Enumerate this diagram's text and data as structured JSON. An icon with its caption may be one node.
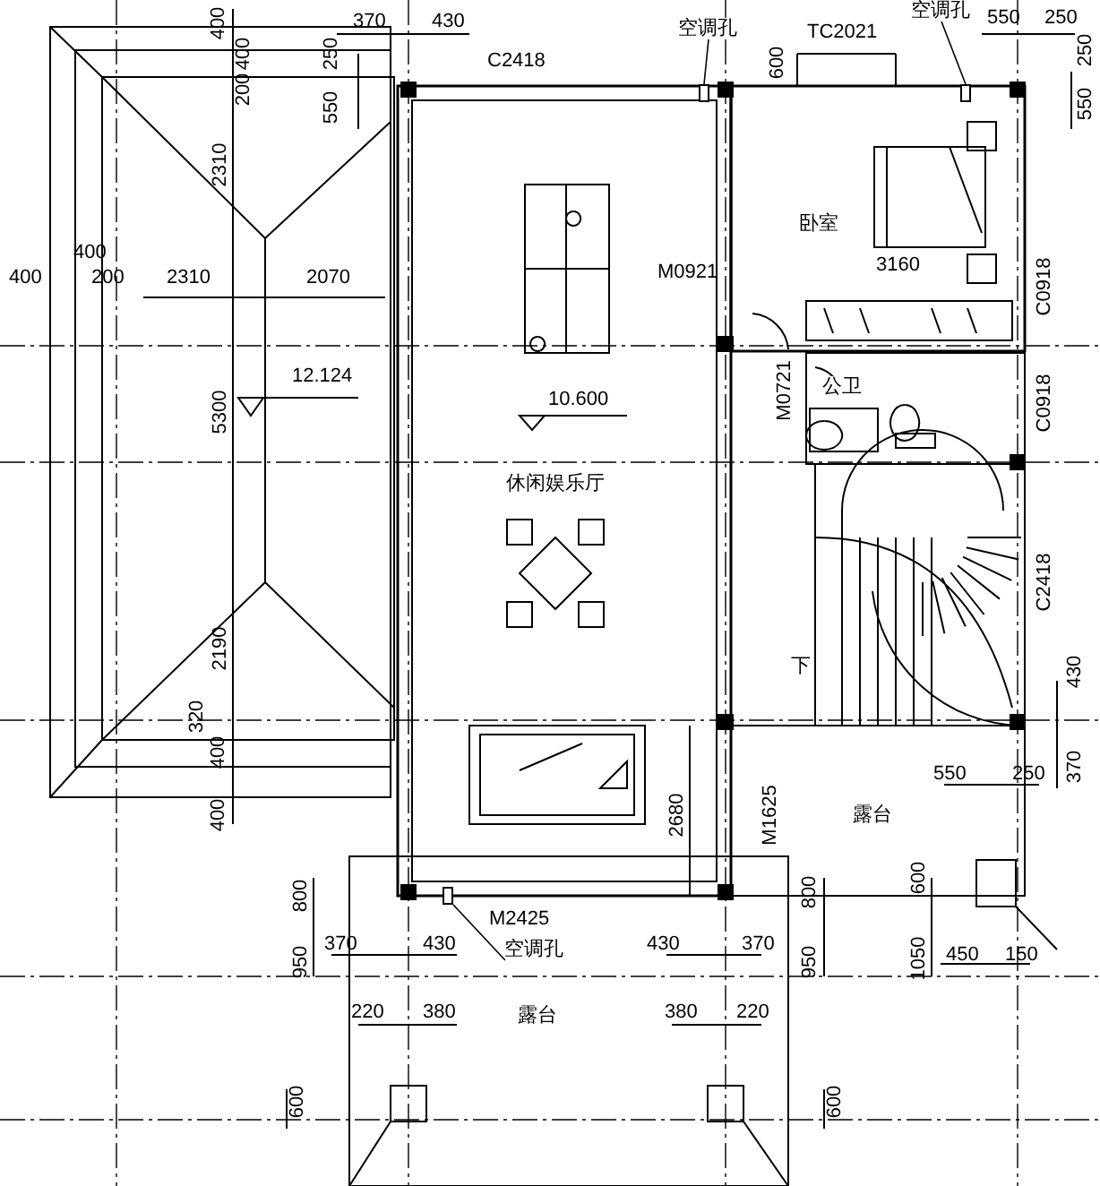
{
  "diagram": {
    "nodes": [
      {
        "text": [
          "卧室"
        ]
      },
      {
        "text": [
          "公卫"
        ]
      },
      {
        "text": [
          "休闲娱乐厅"
        ]
      },
      {
        "text": [
          "露台"
        ]
      },
      {
        "text": [
          "露台"
        ]
      },
      {
        "text": [
          "空调孔"
        ]
      },
      {
        "text": [],
        "shape": "box"
      },
      {
        "text": [
          "空调孔"
        ]
      },
      {
        "text": [],
        "shape": "box"
      },
      {
        "text": [
          "空调孔"
        ]
      },
      {
        "text": [],
        "shape": "box"
      }
    ],
    "edges": [
      {
        "from": 5,
        "to": 6,
        "arrow": "none"
      },
      {
        "from": 7,
        "to": 8,
        "arrow": "none"
      },
      {
        "from": 9,
        "to": 10,
        "arrow": "none"
      }
    ],
    "labels": [
      "400",
      "370",
      "430",
      "TC2021",
      "550",
      "250",
      "C2418",
      "400",
      "200",
      "250",
      "550",
      "600",
      "250",
      "550",
      "2310",
      "400",
      "400",
      "200",
      "2310",
      "2070",
      "M0921",
      "3160",
      "C0918",
      "5300",
      "12.124",
      "10.600",
      "M0721",
      "C0918",
      "C2418",
      "2190",
      "下",
      "430",
      "320",
      "400",
      "370",
      "550",
      "250",
      "400",
      "2680",
      "M1625",
      "800",
      "800",
      "600",
      "M2425",
      "950",
      "370",
      "430",
      "430",
      "370",
      "950",
      "1050",
      "450",
      "150",
      "220",
      "380",
      "380",
      "220",
      "600",
      "600"
    ]
  }
}
